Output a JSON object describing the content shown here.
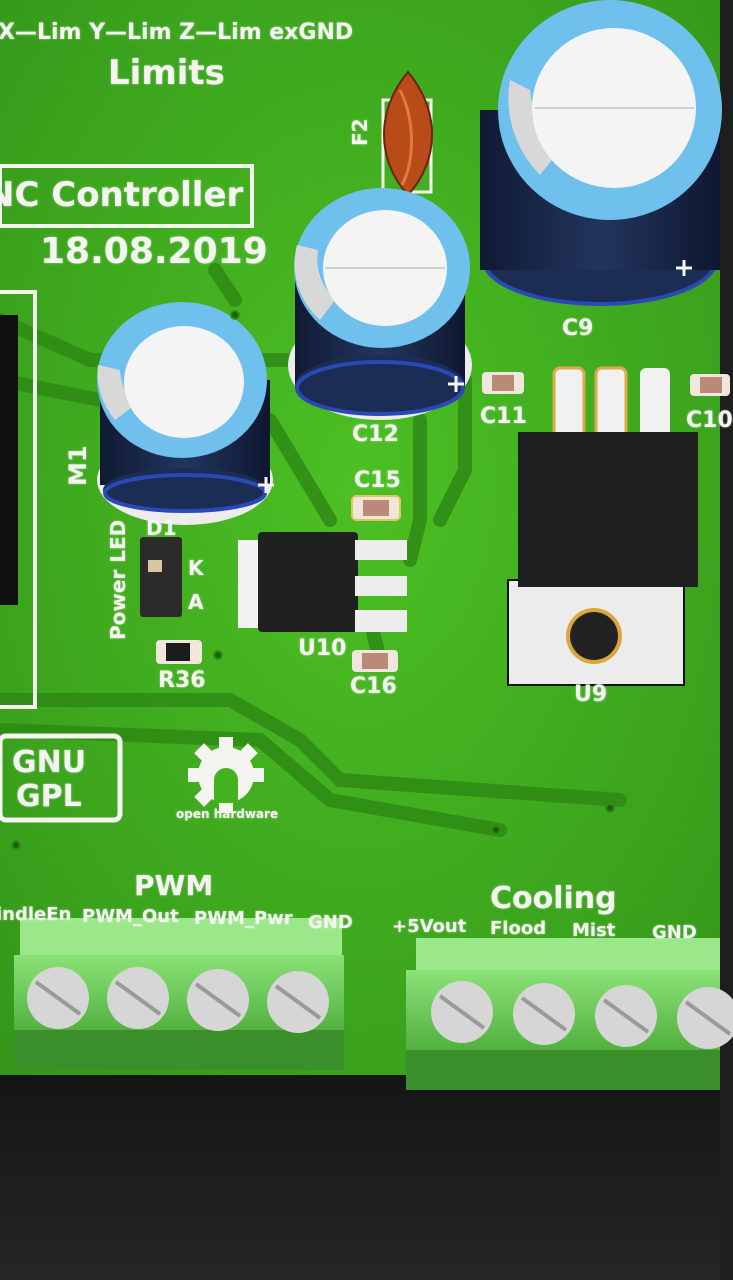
{
  "board": {
    "limits_row": "X—Lim Y—Lim Z—Lim exGND",
    "limits_title": "Limits",
    "controller_title": "NC Controller",
    "date": "18.08.2019",
    "license": [
      "GNU",
      "GPL"
    ],
    "oshw": "open hardware",
    "power_led": "Power LED",
    "pin_k": "K",
    "pin_a": "A"
  },
  "refs": {
    "f2": "F2",
    "c9": "C9",
    "c12": "C12",
    "c11": "C11",
    "c10": "C10",
    "c15": "C15",
    "c16": "C16",
    "d1": "D1",
    "r36": "R36",
    "u10": "U10",
    "u9": "U9",
    "m1": "M1"
  },
  "connectors": {
    "pwm": {
      "title": "PWM",
      "pins": [
        "indleEn",
        "PWM_Out",
        "PWM_Pwr",
        "GND"
      ]
    },
    "cooling": {
      "title": "Cooling",
      "pins": [
        "+5Vout",
        "Flood",
        "Mist",
        "GND"
      ]
    }
  },
  "colors": {
    "pcb": "#3fae1c",
    "trace": "#2f8f12",
    "silkscreen": "#f4f4f0",
    "cap_body": "#1a2a4a",
    "cap_band": "#6fc0ec",
    "terminal": "#7fd66a"
  }
}
